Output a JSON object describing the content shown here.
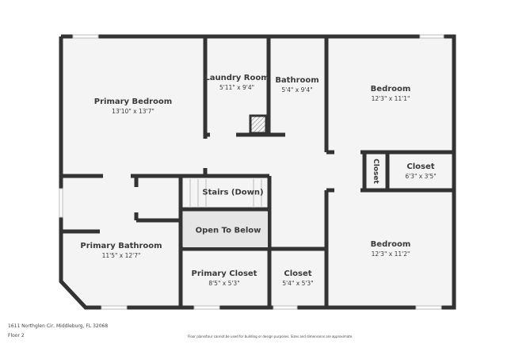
{
  "rooms": {
    "primary_bedroom": {
      "name": "Primary Bedroom",
      "dim": "13'10\" x 13'7\""
    },
    "laundry": {
      "name": "Laundry Room",
      "dim": "5'11\" x 9'4\""
    },
    "bathroom": {
      "name": "Bathroom",
      "dim": "5'4\" x 9'4\""
    },
    "bedroom_top": {
      "name": "Bedroom",
      "dim": "12'3\" x 11'1\""
    },
    "closet_small": {
      "name": "Closet"
    },
    "closet_right": {
      "name": "Closet",
      "dim": "6'3\" x 3'5\""
    },
    "stairs": {
      "name": "Stairs (Down)"
    },
    "open_below": {
      "name": "Open To Below"
    },
    "primary_bathroom": {
      "name": "Primary Bathroom",
      "dim": "11'5\" x 12'7\""
    },
    "primary_closet": {
      "name": "Primary Closet",
      "dim": "8'5\" x 5'3\""
    },
    "closet_bottom": {
      "name": "Closet",
      "dim": "5'4\" x 5'3\""
    },
    "bedroom_bottom": {
      "name": "Bedroom",
      "dim": "12'3\" x 11'2\""
    }
  },
  "footer": {
    "address": "1611 Northglen Cir, Middleburg, FL 32068",
    "floor": "Floor 2",
    "disclaimer": "Floor plans/tour cannot be used for building or design purposes. Sizes and dimensions are approximate."
  },
  "colors": {
    "wall": "#333333",
    "floor": "#f4f4f4"
  }
}
